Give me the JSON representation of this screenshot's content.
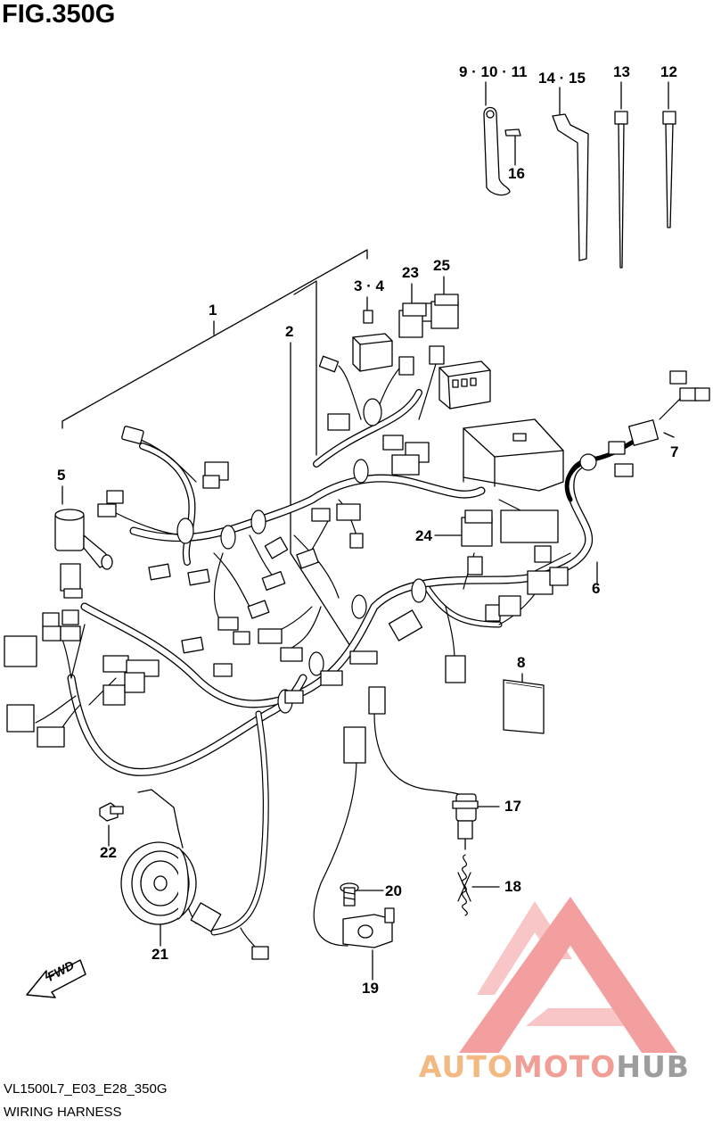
{
  "title": "FIG.350G",
  "footer": {
    "model_code": "VL1500L7_E03_E28_350G",
    "section_name": "WIRING HARNESS"
  },
  "direction_label": "FWD",
  "callouts": {
    "c1": "1",
    "c2": "2",
    "c3_4": "3 · 4",
    "c5": "5",
    "c6": "6",
    "c7": "7",
    "c8": "8",
    "c9_10_11": "9 · 10 · 11",
    "c12": "12",
    "c13": "13",
    "c14_15": "14 · 15",
    "c16": "16",
    "c17": "17",
    "c18": "18",
    "c19": "19",
    "c20": "20",
    "c21": "21",
    "c22": "22",
    "c23": "23",
    "c24": "24",
    "c25": "25"
  },
  "watermark": {
    "part1": "AUTO",
    "part2": "MOTO",
    "part3": "HUB",
    "colors": {
      "part1": "#f3b983",
      "part2": "#f19f96",
      "part3": "#9d9d9d",
      "logo": "#f08080"
    }
  }
}
